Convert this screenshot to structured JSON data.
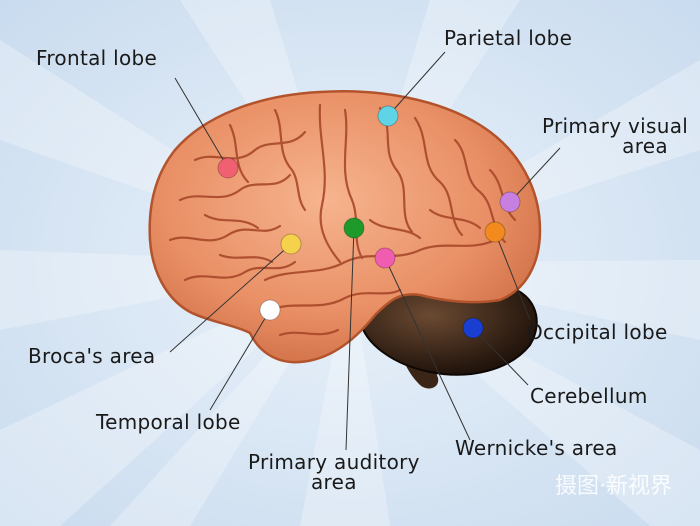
{
  "labels": {
    "frontal": "Frontal lobe",
    "parietal": "Parietal lobe",
    "visual_line1": "Primary visual",
    "visual_line2": "area",
    "occipital": "Occipital lobe",
    "cerebellum": "Cerebellum",
    "wernicke": "Wernicke's area",
    "auditory_line1": "Primary auditory",
    "auditory_line2": "area",
    "temporal": "Temporal lobe",
    "broca": "Broca's area"
  },
  "markers": {
    "frontal": "#f06070",
    "parietal": "#5fd4e6",
    "visual": "#c77fe0",
    "occipital": "#f28a1e",
    "cerebellum": "#1a3fd0",
    "wernicke": "#f05cb0",
    "auditory": "#1d9a2a",
    "temporal": "#ffffff",
    "broca": "#f6d24c"
  },
  "watermark": "摄图·新视界"
}
